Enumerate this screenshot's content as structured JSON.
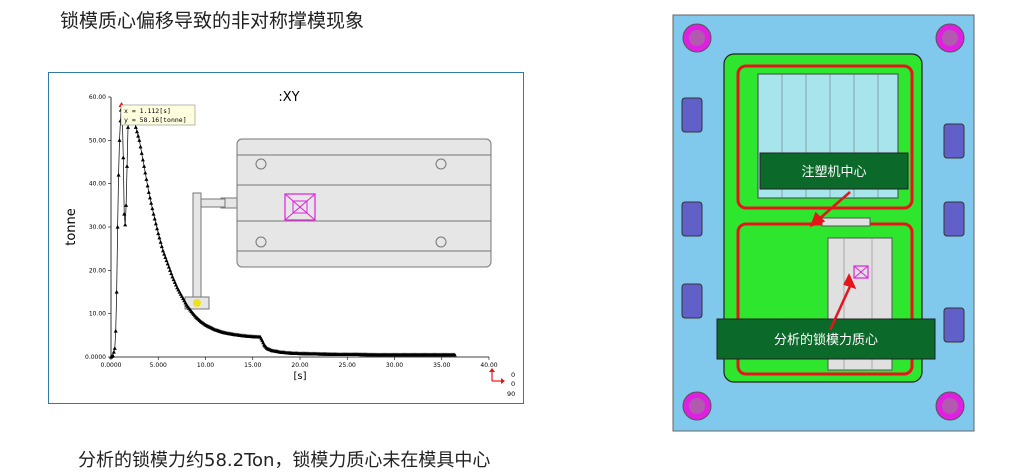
{
  "page": {
    "title": "锁模质心偏移导致的非对称撑模现象",
    "caption": "分析的锁模力约58.2Ton，锁模力质心未在模具中心"
  },
  "chart_data": {
    "type": "line",
    "title": ":XY",
    "xlabel": "[s]",
    "ylabel": "tonne",
    "xlim": [
      0,
      40
    ],
    "ylim": [
      0,
      60
    ],
    "x_ticks": [
      "0.0000",
      "5.000",
      "10.00",
      "15.00",
      "20.00",
      "25.00",
      "30.00",
      "35.00",
      "40.00"
    ],
    "y_ticks": [
      "0.0000",
      "10.00",
      "20.00",
      "30.00",
      "40.00",
      "50.00",
      "60.00"
    ],
    "tooltip": {
      "line1": "x = 1.112[s]",
      "line2": "y = 58.16[tonne]"
    },
    "corner_labels": [
      "0",
      "0",
      "90"
    ],
    "series": [
      {
        "x": [
          0.0,
          0.2,
          0.4,
          0.5,
          0.6,
          0.7,
          0.8,
          0.9,
          1.0,
          1.05,
          1.112,
          1.2,
          1.3,
          1.4,
          1.5,
          1.6,
          1.7,
          1.8,
          2.0,
          2.2,
          2.5,
          3.0,
          3.5,
          4.0,
          4.5,
          5.0,
          5.5,
          6.0,
          6.5,
          7.0,
          7.5,
          8.0,
          8.5,
          9.0,
          9.5,
          10.0,
          11.0,
          12.0,
          13.0,
          14.0,
          15.0,
          15.8,
          16.0,
          16.2,
          16.5,
          17.0,
          18.0,
          19.0,
          20.0,
          22.0,
          24.0,
          26.0,
          28.0,
          30.0,
          32.0,
          34.0,
          36.0,
          36.5
        ],
        "y": [
          0.0,
          0.3,
          2.0,
          6.0,
          15.0,
          30.0,
          42.0,
          50.0,
          54.5,
          57.0,
          58.16,
          55.0,
          46.0,
          33.0,
          30.5,
          35.0,
          44.0,
          53.0,
          56.0,
          55.5,
          54.0,
          50.0,
          44.0,
          38.0,
          33.0,
          28.5,
          24.5,
          21.5,
          18.5,
          16.0,
          14.0,
          12.0,
          10.5,
          9.2,
          8.2,
          7.4,
          6.3,
          5.6,
          5.2,
          4.9,
          4.7,
          4.6,
          3.8,
          2.8,
          2.0,
          1.5,
          1.1,
          0.9,
          0.8,
          0.7,
          0.6,
          0.6,
          0.5,
          0.5,
          0.5,
          0.5,
          0.5,
          0.5
        ]
      }
    ]
  },
  "mold": {
    "label_center": "注塑机中心",
    "label_analysis": "分析的锁模力质心"
  },
  "colors": {
    "chart_frame": "#2f7aa6",
    "mold_plate": "#80c8ec",
    "mold_green": "#2ee62e",
    "cavity": "#a8e4ec",
    "label_box": "#0b6a2a",
    "red": "#e8141c",
    "magenta": "#e020e0"
  }
}
